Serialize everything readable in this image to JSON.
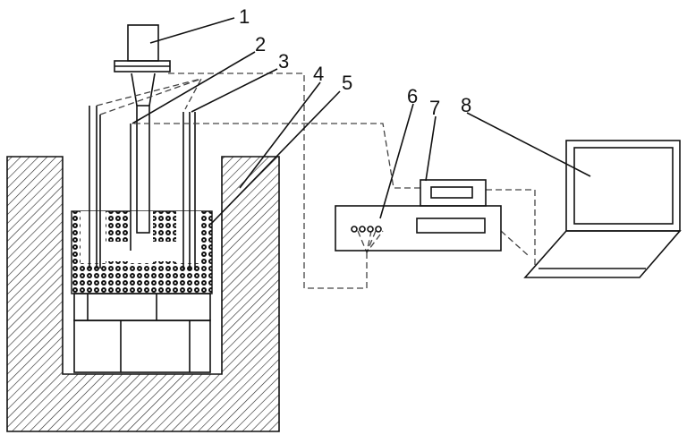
{
  "labels": [
    "1",
    "2",
    "3",
    "4",
    "5",
    "6",
    "7",
    "8"
  ],
  "colors": {
    "ink": "#111111",
    "dash": "#444444",
    "fill": "#ffffff"
  }
}
